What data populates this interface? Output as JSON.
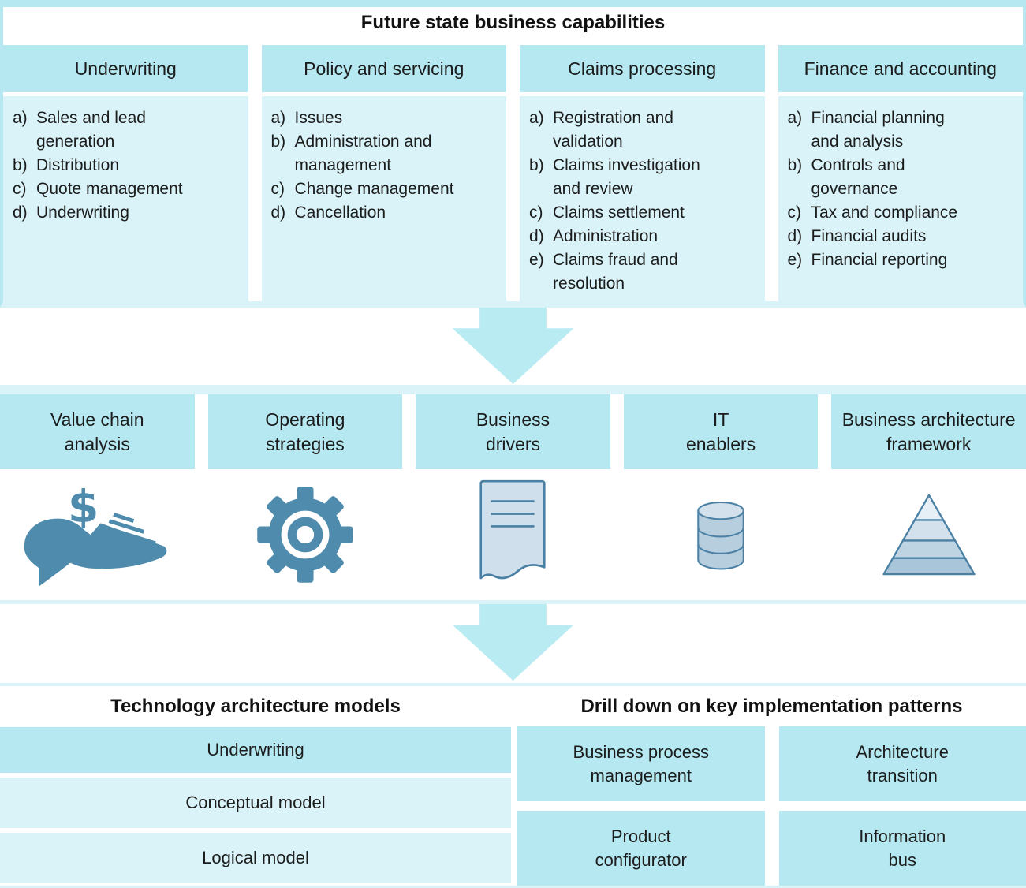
{
  "colors": {
    "header_cyan": "#b5e8f1",
    "body_cyan": "#d9f3f9",
    "arrow_cyan": "#b9ebf3",
    "icon_blue": "#4e8bad",
    "icon_stroke": "#4a80a4",
    "text": "#1c1c1c"
  },
  "top_section": {
    "title": "Future state business capabilities",
    "columns": [
      {
        "title": "Underwriting",
        "items": [
          {
            "m": "a)",
            "t": "Sales and lead\ngeneration"
          },
          {
            "m": "b)",
            "t": "Distribution"
          },
          {
            "m": "c)",
            "t": "Quote management"
          },
          {
            "m": "d)",
            "t": "Underwriting"
          }
        ]
      },
      {
        "title": "Policy and servicing",
        "items": [
          {
            "m": "a)",
            "t": "Issues"
          },
          {
            "m": "b)",
            "t": "Administration and\nmanagement"
          },
          {
            "m": "c)",
            "t": "Change management"
          },
          {
            "m": "d)",
            "t": "Cancellation"
          }
        ]
      },
      {
        "title": "Claims processing",
        "items": [
          {
            "m": "a)",
            "t": "Registration and\nvalidation"
          },
          {
            "m": "b)",
            "t": "Claims investigation\nand review"
          },
          {
            "m": "c)",
            "t": "Claims settlement"
          },
          {
            "m": "d)",
            "t": "Administration"
          },
          {
            "m": "e)",
            "t": "Claims fraud and\nresolution"
          }
        ]
      },
      {
        "title": "Finance and accounting",
        "items": [
          {
            "m": "a)",
            "t": "Financial planning\nand analysis"
          },
          {
            "m": "b)",
            "t": "Controls and\ngovernance"
          },
          {
            "m": "c)",
            "t": "Tax and compliance"
          },
          {
            "m": "d)",
            "t": "Financial audits"
          },
          {
            "m": "e)",
            "t": "Financial reporting"
          }
        ]
      }
    ]
  },
  "middle_section": {
    "cards": [
      {
        "title": "Value chain\nanalysis",
        "icon": "hand-dollar-icon"
      },
      {
        "title": "Operating\nstrategies",
        "icon": "gear-icon"
      },
      {
        "title": "Business\ndrivers",
        "icon": "document-icon"
      },
      {
        "title": "IT\nenablers",
        "icon": "database-icon"
      },
      {
        "title": "Business architecture\nframework",
        "icon": "pyramid-icon"
      }
    ],
    "dollar_glyph": "$"
  },
  "bottom_left": {
    "title": "Technology architecture models",
    "rows": [
      {
        "label": "Underwriting"
      },
      {
        "label": "Conceptual model"
      },
      {
        "label": "Logical model"
      }
    ]
  },
  "bottom_right": {
    "title": "Drill down on key implementation patterns",
    "boxes": [
      {
        "label": "Business process\nmanagement"
      },
      {
        "label": "Architecture\ntransition"
      },
      {
        "label": "Product\nconfigurator"
      },
      {
        "label": "Information\nbus"
      }
    ]
  }
}
